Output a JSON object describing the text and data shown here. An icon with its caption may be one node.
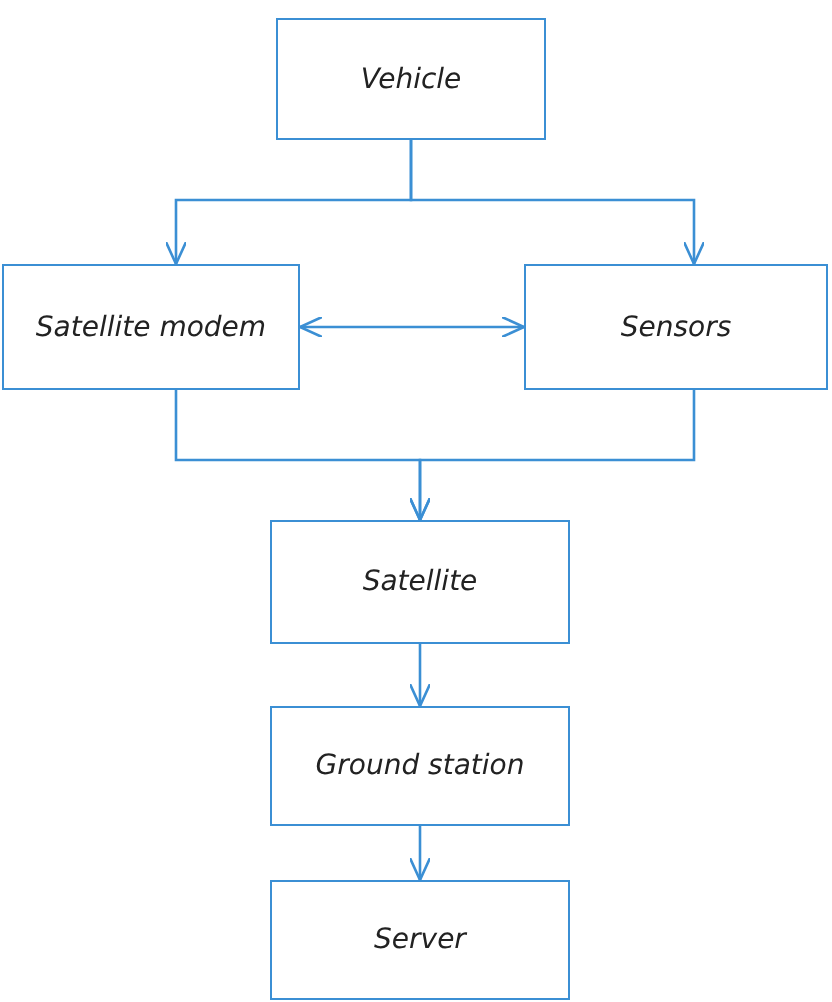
{
  "diagram": {
    "nodes": [
      {
        "text": [
          "Vehicle"
        ]
      },
      {
        "text": [
          "Satellite modem"
        ]
      },
      {
        "text": [
          "Sensors"
        ]
      },
      {
        "text": [
          "Satellite"
        ]
      },
      {
        "text": [
          "Ground station"
        ]
      },
      {
        "text": [
          "Server"
        ]
      }
    ],
    "edges": [
      {
        "from": 0,
        "to": 1,
        "arrow": "to"
      },
      {
        "from": 0,
        "to": 2,
        "arrow": "to"
      },
      {
        "from": 1,
        "to": 2,
        "arrow": "both"
      },
      {
        "from": 1,
        "to": 3,
        "arrow": "to"
      },
      {
        "from": 2,
        "to": 3,
        "arrow": "to"
      },
      {
        "from": 3,
        "to": 4,
        "arrow": "to"
      },
      {
        "from": 4,
        "to": 5,
        "arrow": "to"
      }
    ]
  }
}
